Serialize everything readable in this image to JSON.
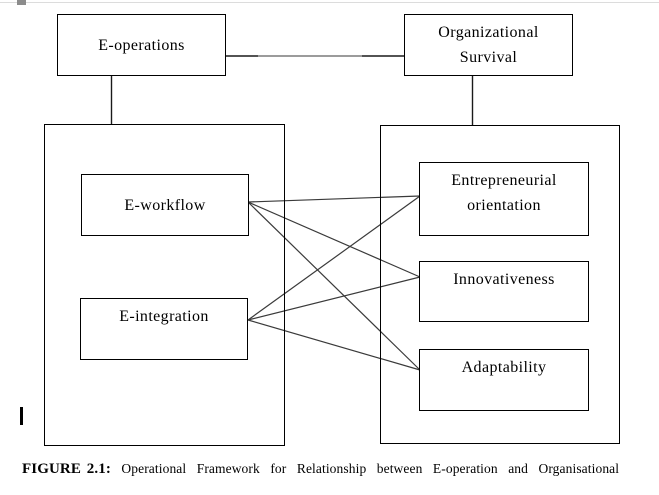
{
  "page": {
    "background": "#ffffff",
    "box_border_color": "#000000",
    "edge_line_color": "#3a3a3a",
    "connector_gray_color": "#a0a0a0",
    "top_rule_color": "#dcdcdc",
    "top_artifact_color": "#8c8c8c"
  },
  "diagram": {
    "top_nodes": [
      {
        "id": "e-operations",
        "label": "E-operations"
      },
      {
        "id": "organizational-survival",
        "label": "Organizational Survival"
      }
    ],
    "left_group": {
      "nodes": [
        {
          "id": "e-workflow",
          "label": "E-workflow"
        },
        {
          "id": "e-integration",
          "label": "E-integration"
        }
      ]
    },
    "right_group": {
      "nodes": [
        {
          "id": "entrepreneurial-orientation",
          "label": "Entrepreneurial orientation"
        },
        {
          "id": "innovativeness",
          "label": "Innovativeness"
        },
        {
          "id": "adaptability",
          "label": "Adaptability"
        }
      ]
    },
    "edges": [
      {
        "from": "E-operations",
        "to": "Organizational Survival"
      },
      {
        "from": "E-operations",
        "to": "left-group-container"
      },
      {
        "from": "Organizational Survival",
        "to": "right-group-container"
      },
      {
        "from": "E-workflow",
        "to": "Entrepreneurial orientation"
      },
      {
        "from": "E-workflow",
        "to": "Innovativeness"
      },
      {
        "from": "E-workflow",
        "to": "Adaptability"
      },
      {
        "from": "E-integration",
        "to": "Entrepreneurial orientation"
      },
      {
        "from": "E-integration",
        "to": "Innovativeness"
      },
      {
        "from": "E-integration",
        "to": "Adaptability"
      }
    ]
  },
  "caption": {
    "figure_label": "FIGURE 2.1:",
    "text": "Operational Framework for Relationship between E-operation and Organisational"
  }
}
